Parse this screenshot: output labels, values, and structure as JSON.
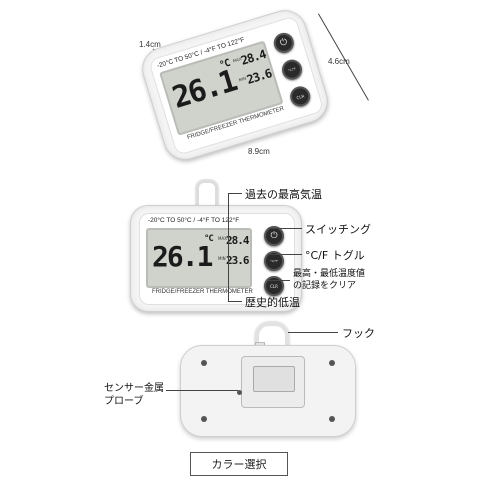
{
  "dimensions": {
    "thickness": "1.4cm",
    "height": "4.6cm",
    "width": "8.9cm"
  },
  "device": {
    "range_text": "-20°C TO 50°C / -4°F TO 122°F",
    "main_temp": "26.1",
    "unit": "°C",
    "max_tag": "MAX",
    "min_tag": "MIN",
    "max_value": "28.4",
    "min_value": "23.6",
    "brand_text": "FRIDGE/FREEZER THERMOMETER",
    "buttons": {
      "power": "⏻",
      "toggle": "°C/°F",
      "clear": "CLR"
    }
  },
  "callouts": {
    "max_temp": "過去の最高気温",
    "switching": "スイッチング",
    "cf_toggle": "°C/F トグル",
    "clear_line1": "最高・最低温度値",
    "clear_line2": "の記録をクリア",
    "min_temp": "歴史的低温",
    "hook": "フック",
    "probe_line1": "センサー金属",
    "probe_line2": "プローブ"
  },
  "color_select": "カラー選択"
}
